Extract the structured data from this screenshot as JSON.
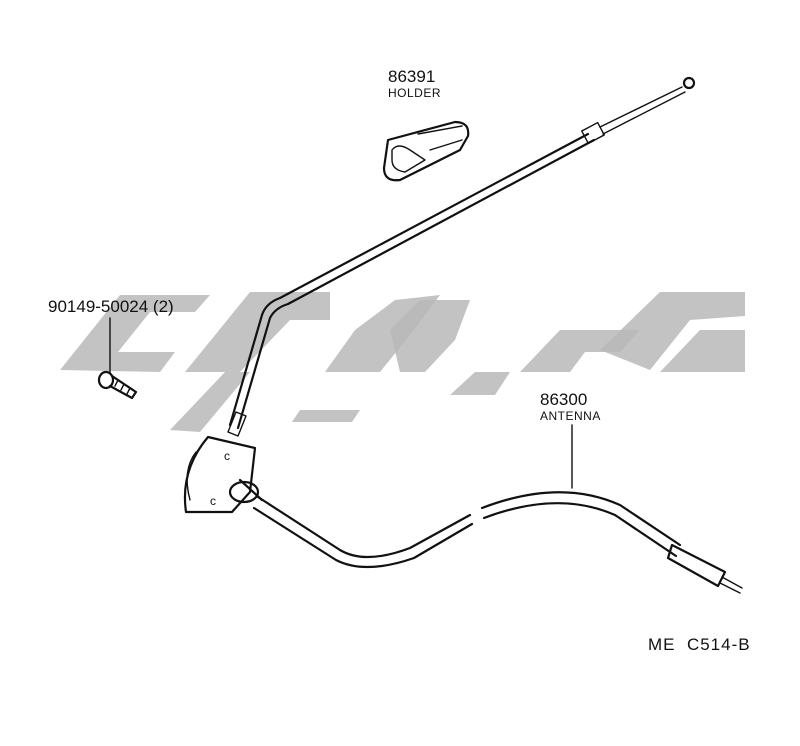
{
  "parts": {
    "holder": {
      "number": "86391",
      "name": "HOLDER"
    },
    "screw": {
      "number": "90149-50024 (2)"
    },
    "antenna": {
      "number": "86300",
      "name": "ANTENNA"
    }
  },
  "footer": {
    "reference_code": "ME  C514-B"
  },
  "colors": {
    "ink": "#111111",
    "watermark": "#b8b8b8",
    "background": "#ffffff"
  }
}
